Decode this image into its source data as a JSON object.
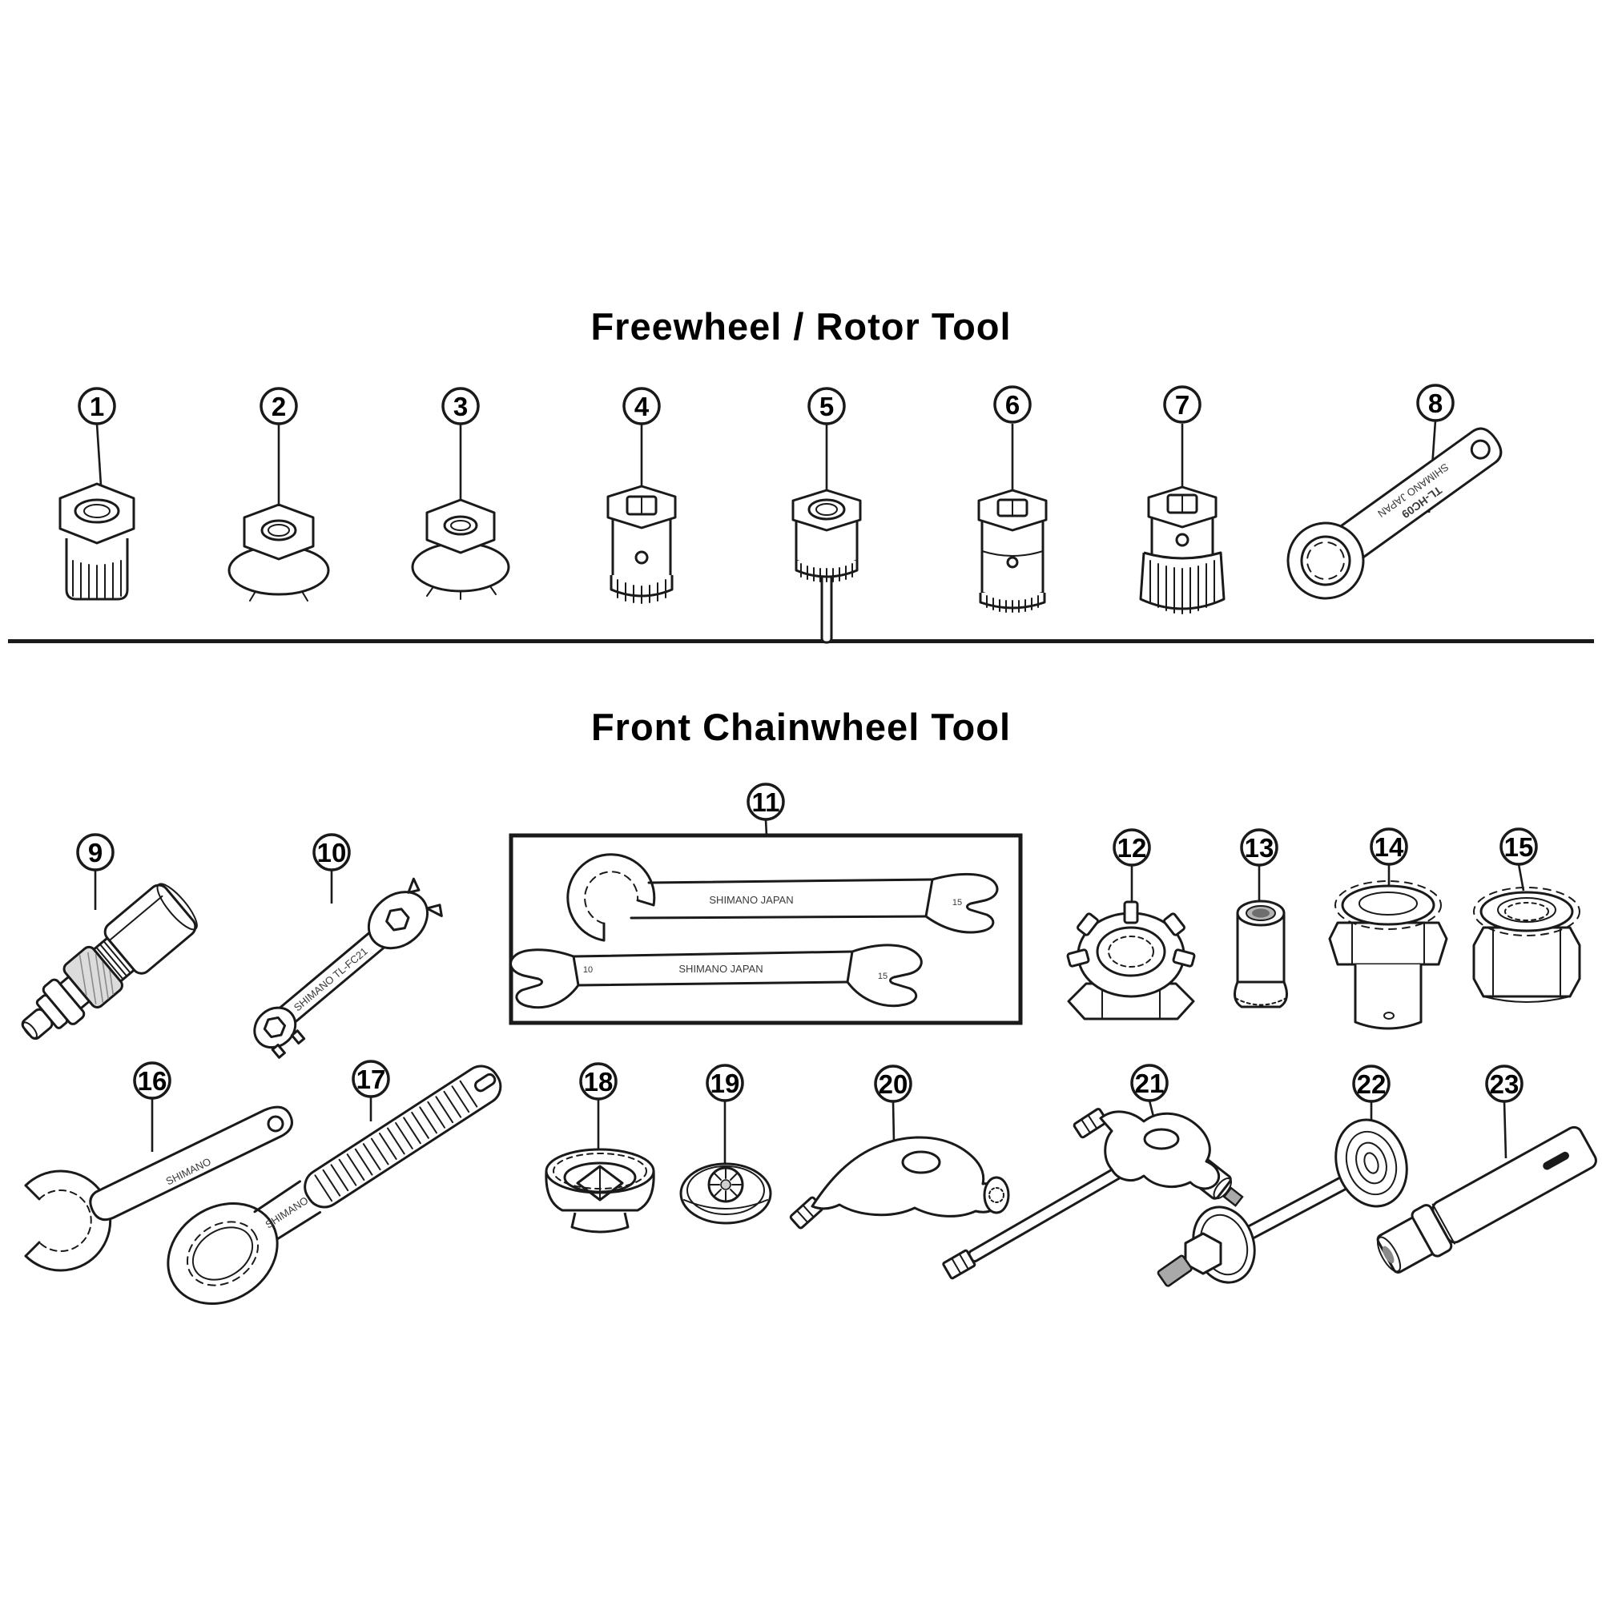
{
  "sections": [
    {
      "title": "Freewheel / Rotor Tool"
    },
    {
      "title": "Front Chainwheel Tool"
    }
  ],
  "items": [
    {
      "number": "1"
    },
    {
      "number": "2"
    },
    {
      "number": "3"
    },
    {
      "number": "4"
    },
    {
      "number": "5"
    },
    {
      "number": "6"
    },
    {
      "number": "7"
    },
    {
      "number": "8"
    },
    {
      "number": "9"
    },
    {
      "number": "10"
    },
    {
      "number": "11"
    },
    {
      "number": "12"
    },
    {
      "number": "13"
    },
    {
      "number": "14"
    },
    {
      "number": "15"
    },
    {
      "number": "16"
    },
    {
      "number": "17"
    },
    {
      "number": "18"
    },
    {
      "number": "19"
    },
    {
      "number": "20"
    },
    {
      "number": "21"
    },
    {
      "number": "22"
    },
    {
      "number": "23"
    }
  ],
  "engravings": {
    "tool8_line1": "TL-HC09",
    "tool8_line2": "SHIMANO JAPAN",
    "tool10": "SHIMANO TL-FC21",
    "tool11_top": "SHIMANO JAPAN",
    "tool11_top_size": "15",
    "tool11_bottom": "SHIMANO JAPAN",
    "tool11_bottom_size_left": "10",
    "tool11_bottom_size_right": "15",
    "tool16": "SHIMANO",
    "tool17": "SHIMANO"
  },
  "colors": {
    "ink": "#1a1a1a",
    "background": "#ffffff"
  }
}
